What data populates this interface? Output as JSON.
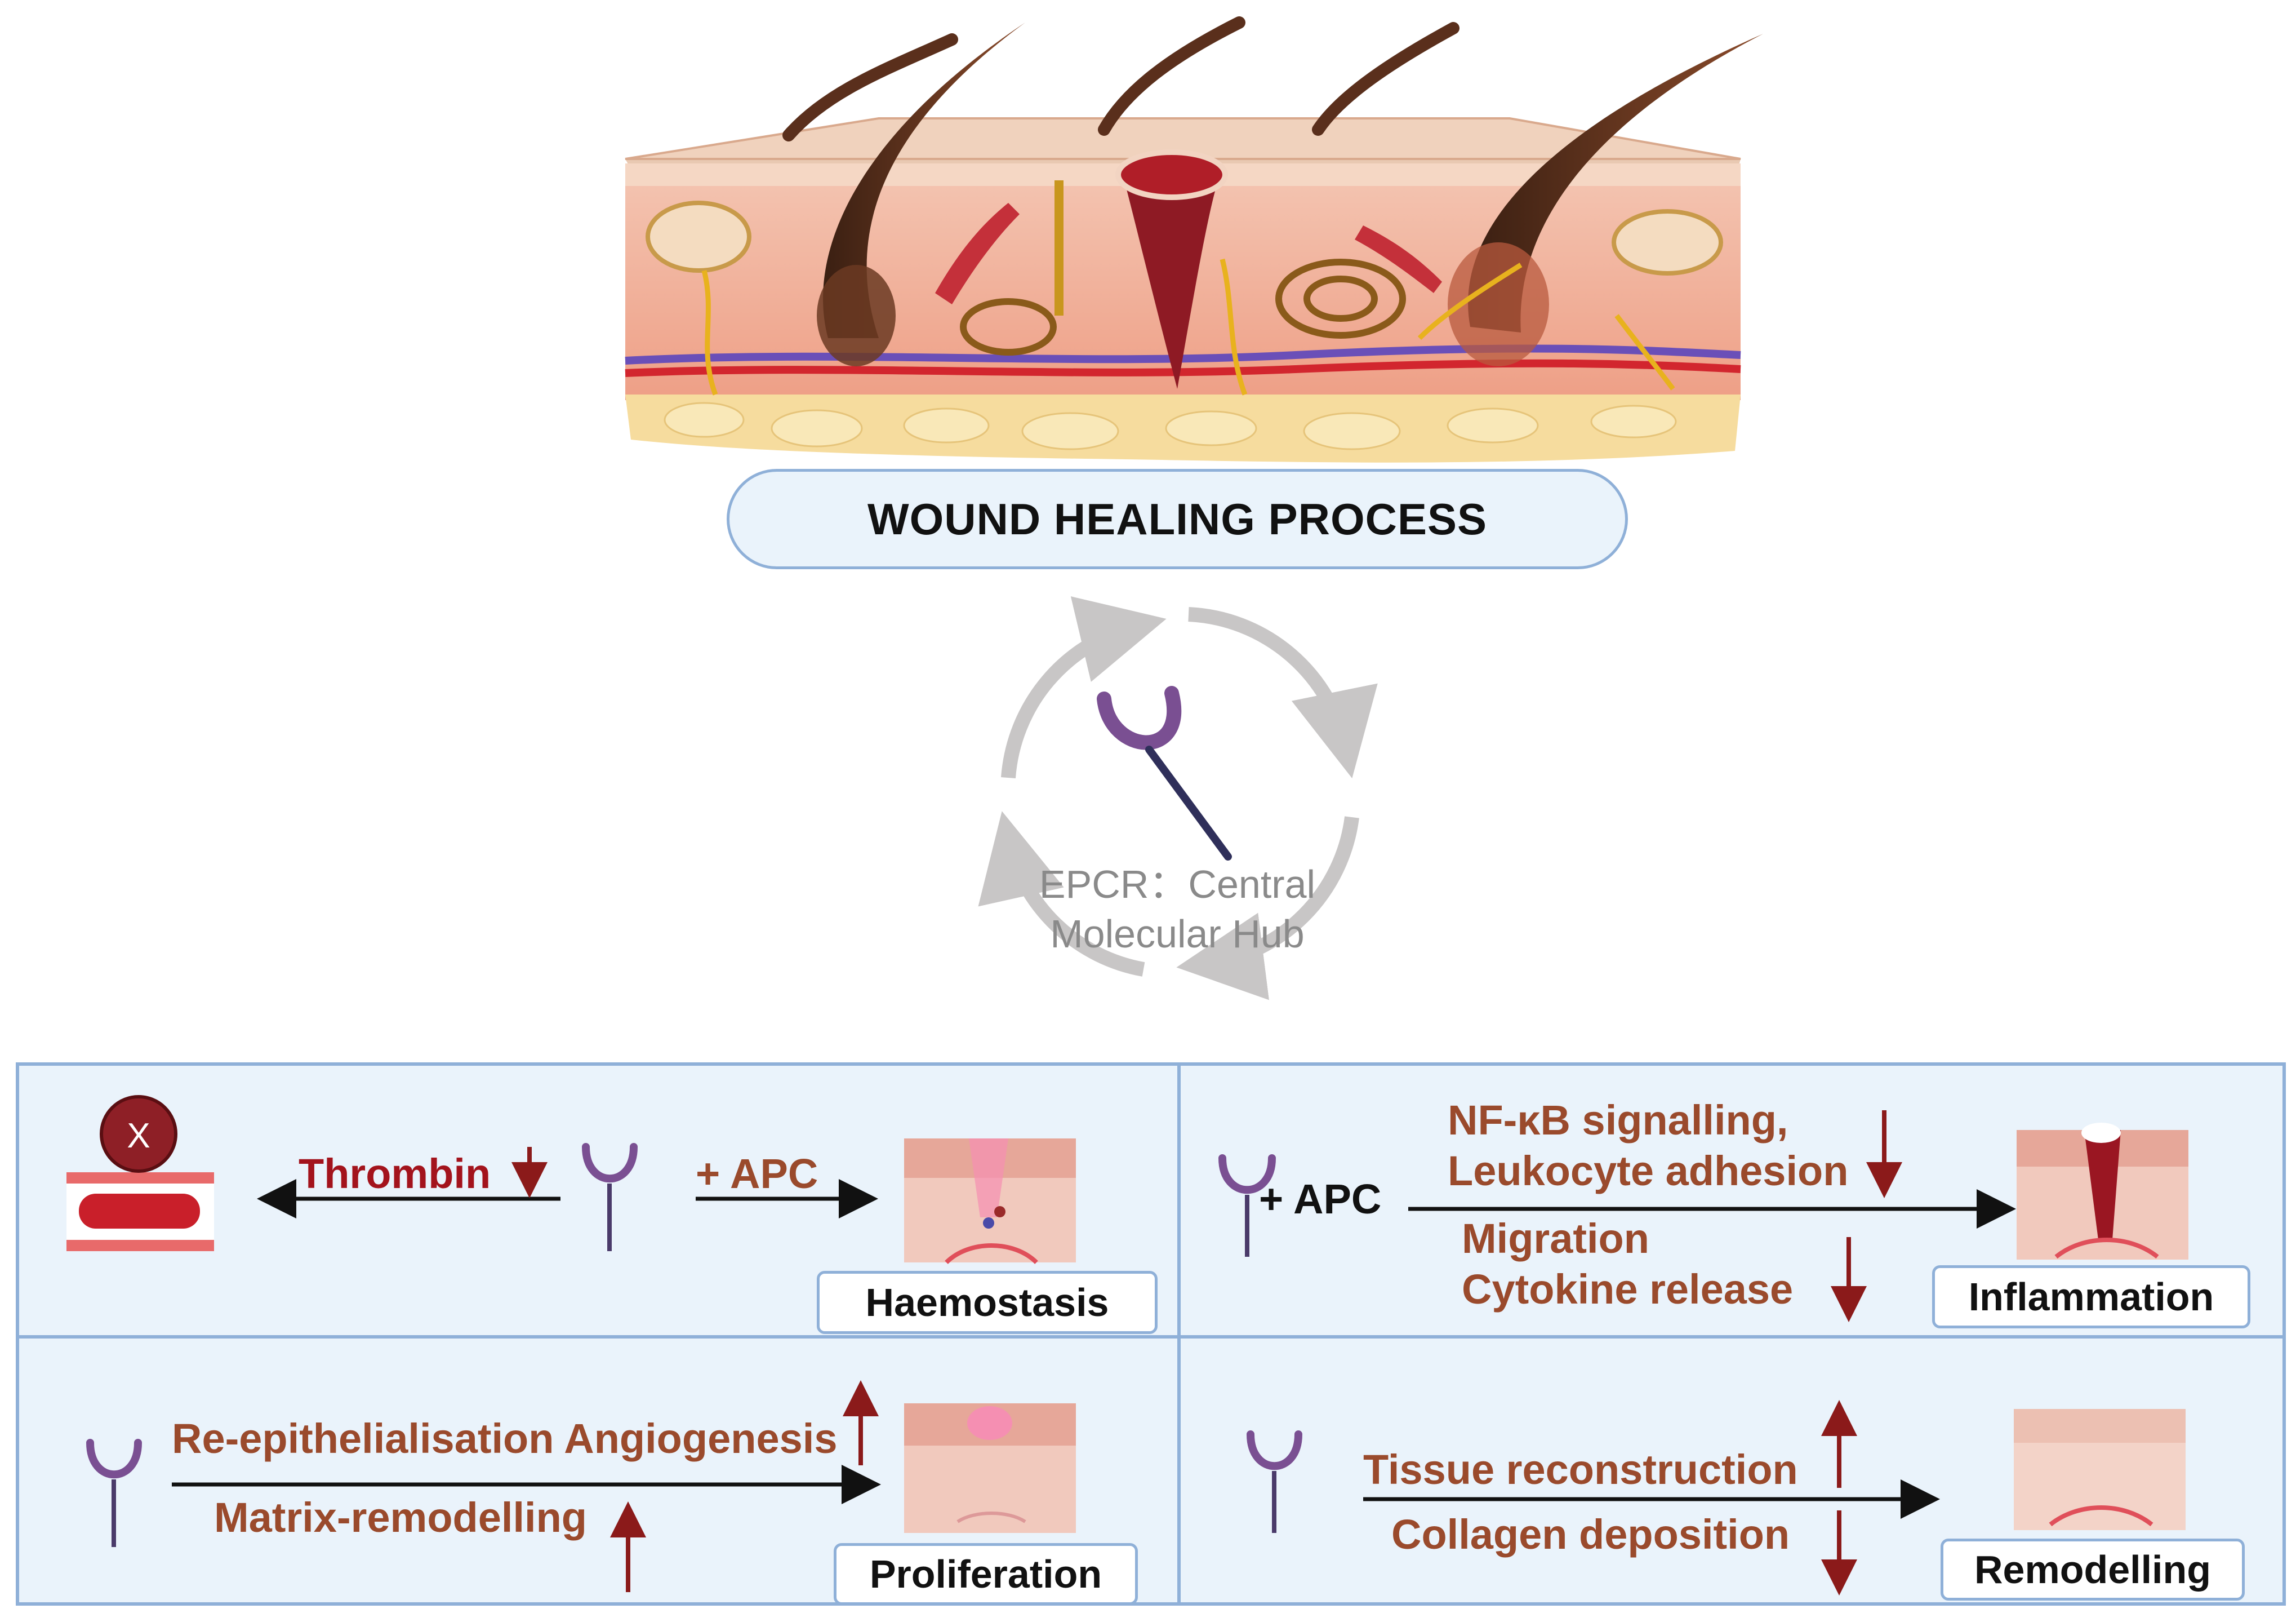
{
  "title": "WOUND HEALING PROCESS",
  "hub": {
    "line1": "EPCR：Central",
    "line2": "Molecular Hub"
  },
  "panels": {
    "haemostasis": {
      "label": "Haemostasis",
      "clot_mark": "X",
      "thrombin": "Thrombin",
      "apc": "+ APC"
    },
    "inflammation": {
      "label": "Inflammation",
      "apc": "+ APC",
      "nfkb": "NF-κB signalling,",
      "leukocyte": "Leukocyte adhesion",
      "migration": "Migration",
      "cytokine": "Cytokine release"
    },
    "proliferation": {
      "label": "Proliferation",
      "reepi": "Re-epithelialisation Angiogenesis",
      "matrix": "Matrix-remodelling"
    },
    "remodelling": {
      "label": "Remodelling",
      "tissue": "Tissue reconstruction",
      "collagen": "Collagen deposition"
    }
  },
  "colors": {
    "panel_bg": "#eaf3fb",
    "panel_border": "#8fb0d8",
    "receptor": "#7a4f92",
    "down_arrow": "#8b1a1a",
    "effect_text": "#9a4a2c",
    "skin": "#f2b6a0"
  }
}
